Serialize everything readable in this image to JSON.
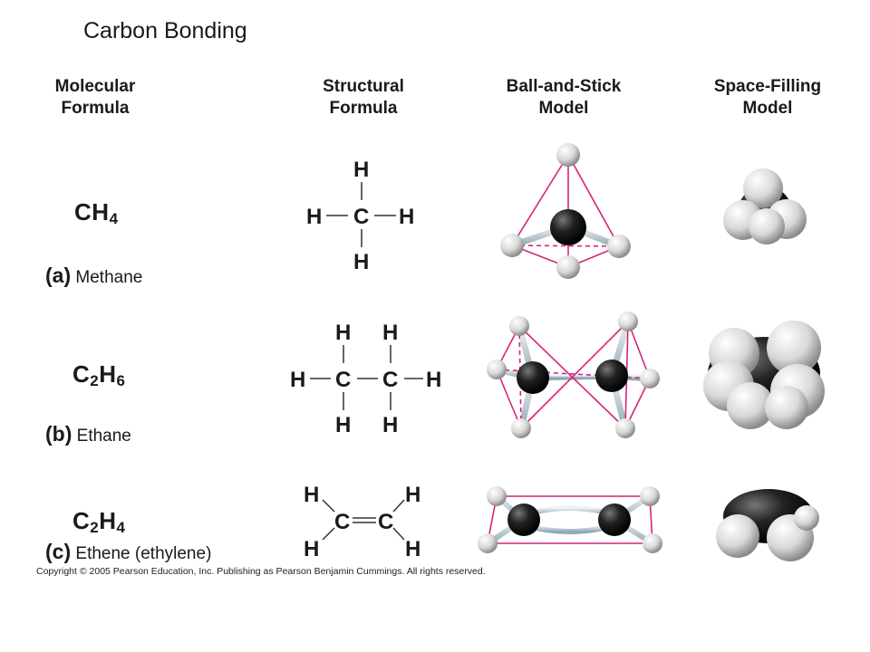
{
  "title": "Carbon Bonding",
  "columns": {
    "molecular": [
      "Molecular",
      "Formula"
    ],
    "structural": [
      "Structural",
      "Formula"
    ],
    "ballstick": [
      "Ball-and-Stick",
      "Model"
    ],
    "spacefill": [
      "Space-Filling",
      "Model"
    ]
  },
  "rows": [
    {
      "letter": "(a)",
      "name": "Methane",
      "formula": {
        "c": "CH",
        "n1": "4"
      }
    },
    {
      "letter": "(b)",
      "name": "Ethane",
      "formula": {
        "c": "C",
        "n1": "2",
        "h": "H",
        "n2": "6"
      }
    },
    {
      "letter": "(c)",
      "name": "Ethene (ethylene)",
      "formula": {
        "c": "C",
        "n1": "2",
        "h": "H",
        "n2": "4"
      }
    }
  ],
  "atoms": {
    "carbon": "C",
    "hydrogen": "H"
  },
  "colors": {
    "bond_outline": "#d6247a",
    "carbon": "#1c1c1c",
    "hydrogen": "#e6e6e6",
    "stick": "#b9c9d3"
  },
  "copyright": "Copyright © 2005 Pearson Education, Inc. Publishing as Pearson Benjamin Cummings. All rights reserved."
}
